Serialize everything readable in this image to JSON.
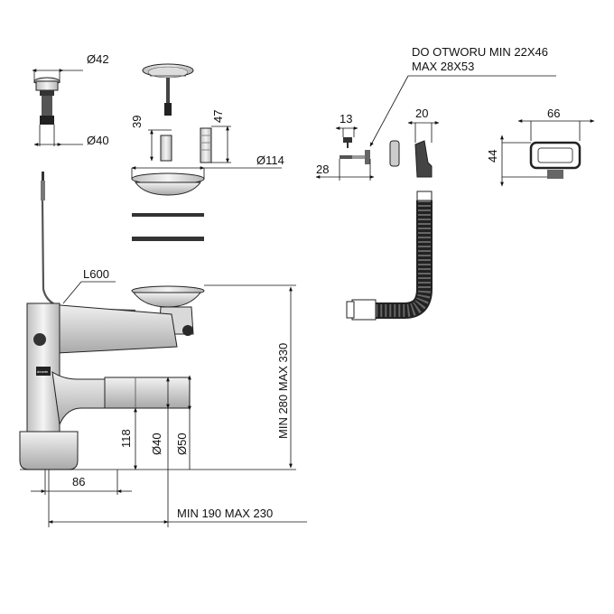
{
  "labels": {
    "d42": "Ø42",
    "d40_top": "Ø40",
    "h39": "39",
    "h47": "47",
    "d114": "Ø114",
    "l600": "L600",
    "h118": "118",
    "d40_side": "Ø40",
    "d50": "Ø50",
    "min280max330": "MIN 280 MAX 330",
    "w86": "86",
    "min190max230": "MIN 190 MAX 230",
    "w13": "13",
    "w28": "28",
    "w20": "20",
    "w66": "66",
    "h44": "44",
    "opening_line1": "DO OTWORU MIN 22X46",
    "opening_line2": "MAX 28X53"
  },
  "colors": {
    "line": "#111111",
    "metal_light": "#e8e8e8",
    "metal_mid": "#bdbdbd",
    "dark": "#2b2b2b"
  }
}
